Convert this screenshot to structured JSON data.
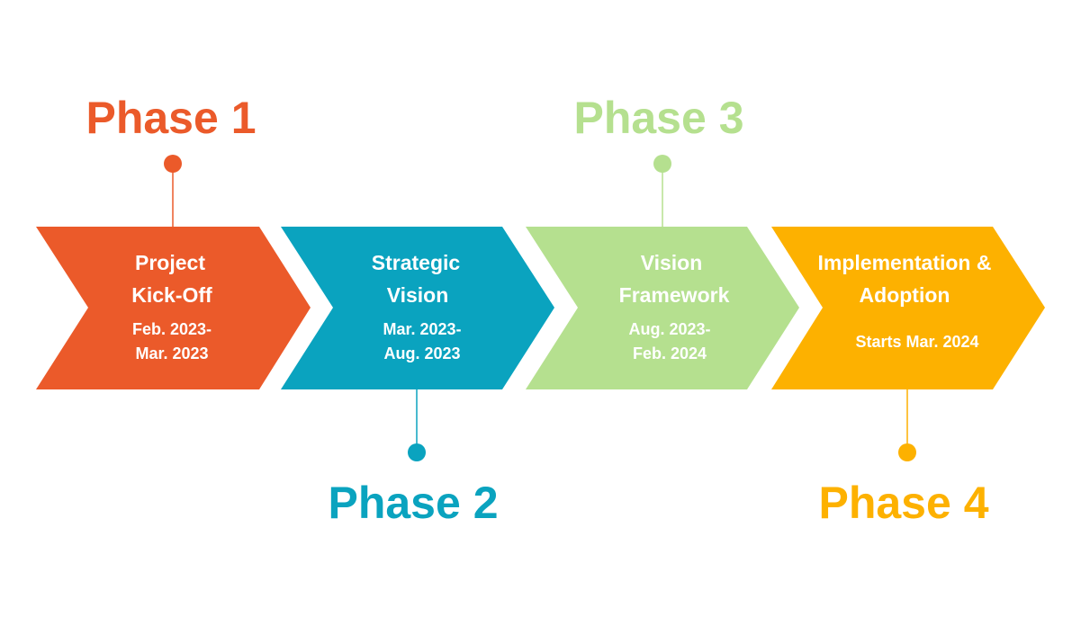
{
  "colors": {
    "phase1": "#EB5A2A",
    "phase2": "#0AA3BF",
    "phase3": "#B5E08F",
    "phase4": "#FDB100"
  },
  "phases": [
    {
      "label": "Phase 1",
      "title_lines": [
        "Project",
        "Kick-Off"
      ],
      "date_lines": [
        "Feb. 2023-",
        "Mar. 2023"
      ]
    },
    {
      "label": "Phase 2",
      "title_lines": [
        "Strategic",
        "Vision"
      ],
      "date_lines": [
        "Mar. 2023-",
        "Aug. 2023"
      ]
    },
    {
      "label": "Phase 3",
      "title_lines": [
        "Vision",
        "Framework"
      ],
      "date_lines": [
        "Aug. 2023-",
        "Feb. 2024"
      ]
    },
    {
      "label": "Phase 4",
      "title_lines": [
        "Implementation &",
        "Adoption"
      ],
      "date_lines": [
        "Starts Mar. 2024"
      ]
    }
  ]
}
